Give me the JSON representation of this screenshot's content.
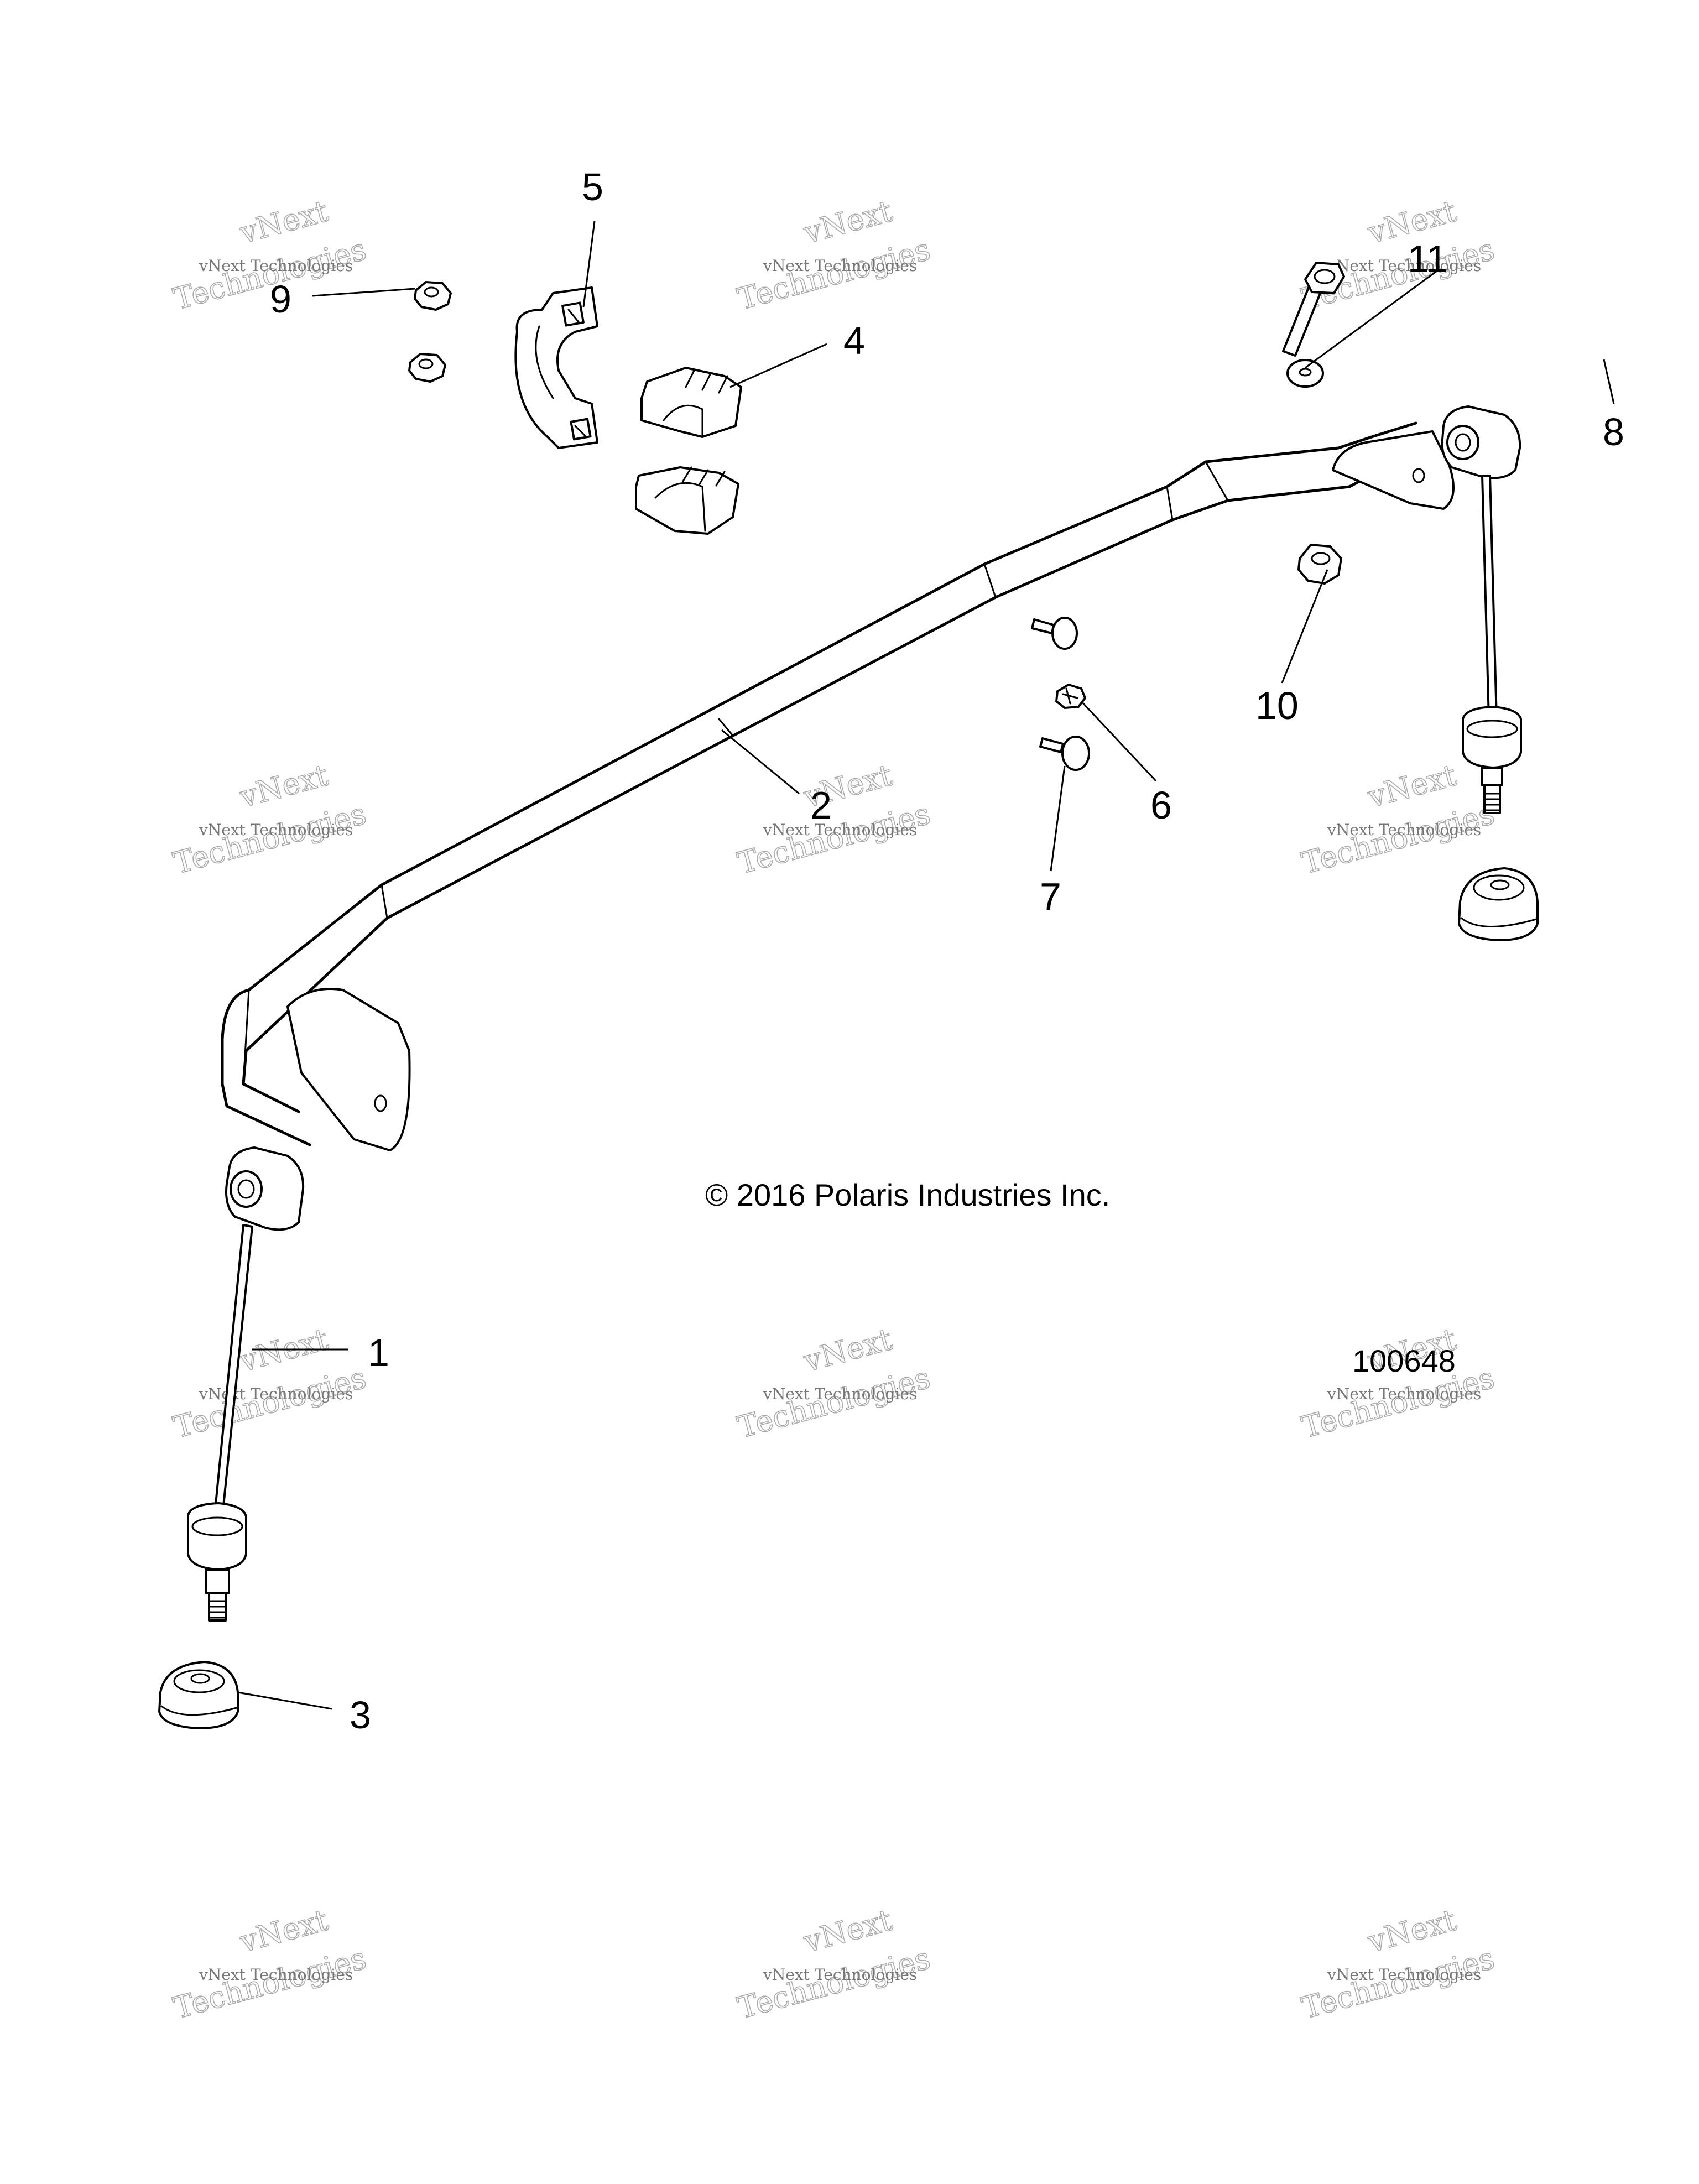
{
  "copyright": "© 2016 Polaris Industries Inc.",
  "figure_number": "100648",
  "watermark": {
    "line1": "vNext Technologies",
    "line2": "vNext",
    "line3": "Technologies"
  },
  "callouts": {
    "c1": "1",
    "c2": "2",
    "c3": "3",
    "c4": "4",
    "c5": "5",
    "c6": "6",
    "c7": "7",
    "c8": "8",
    "c9": "9",
    "c10": "10",
    "c11": "11"
  },
  "parts": [
    {
      "callout": "1",
      "icon": "sway-bar-link-icon"
    },
    {
      "callout": "2",
      "icon": "sway-bar-icon"
    },
    {
      "callout": "3",
      "icon": "bushing-cap-icon"
    },
    {
      "callout": "4",
      "icon": "split-bushing-icon"
    },
    {
      "callout": "5",
      "icon": "bracket-clamp-icon"
    },
    {
      "callout": "6",
      "icon": "clip-nut-icon"
    },
    {
      "callout": "7",
      "icon": "push-rivet-icon"
    },
    {
      "callout": "8",
      "icon": "flange-bolt-icon"
    },
    {
      "callout": "9",
      "icon": "flange-nut-icon"
    },
    {
      "callout": "10",
      "icon": "lock-nut-icon"
    },
    {
      "callout": "11",
      "icon": "washer-icon"
    }
  ]
}
